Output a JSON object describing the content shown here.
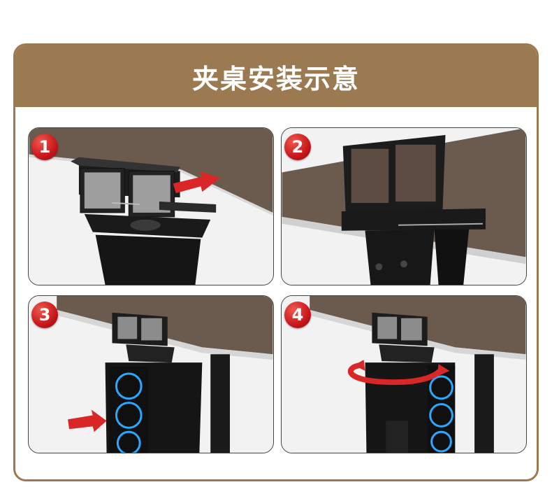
{
  "header": {
    "title": "夹桌安装示意"
  },
  "steps": [
    {
      "number": "1"
    },
    {
      "number": "2"
    },
    {
      "number": "3"
    },
    {
      "number": "4"
    }
  ],
  "colors": {
    "frame": "#9c7a51",
    "badge": "#c8171a",
    "arrow": "#e02a2a",
    "desk": "#6b5a4e",
    "metal": "#1b1b1b",
    "fan": "#2aa9ff"
  },
  "icons": [
    "push-arrow-icon",
    "rotate-arrow-icon"
  ]
}
